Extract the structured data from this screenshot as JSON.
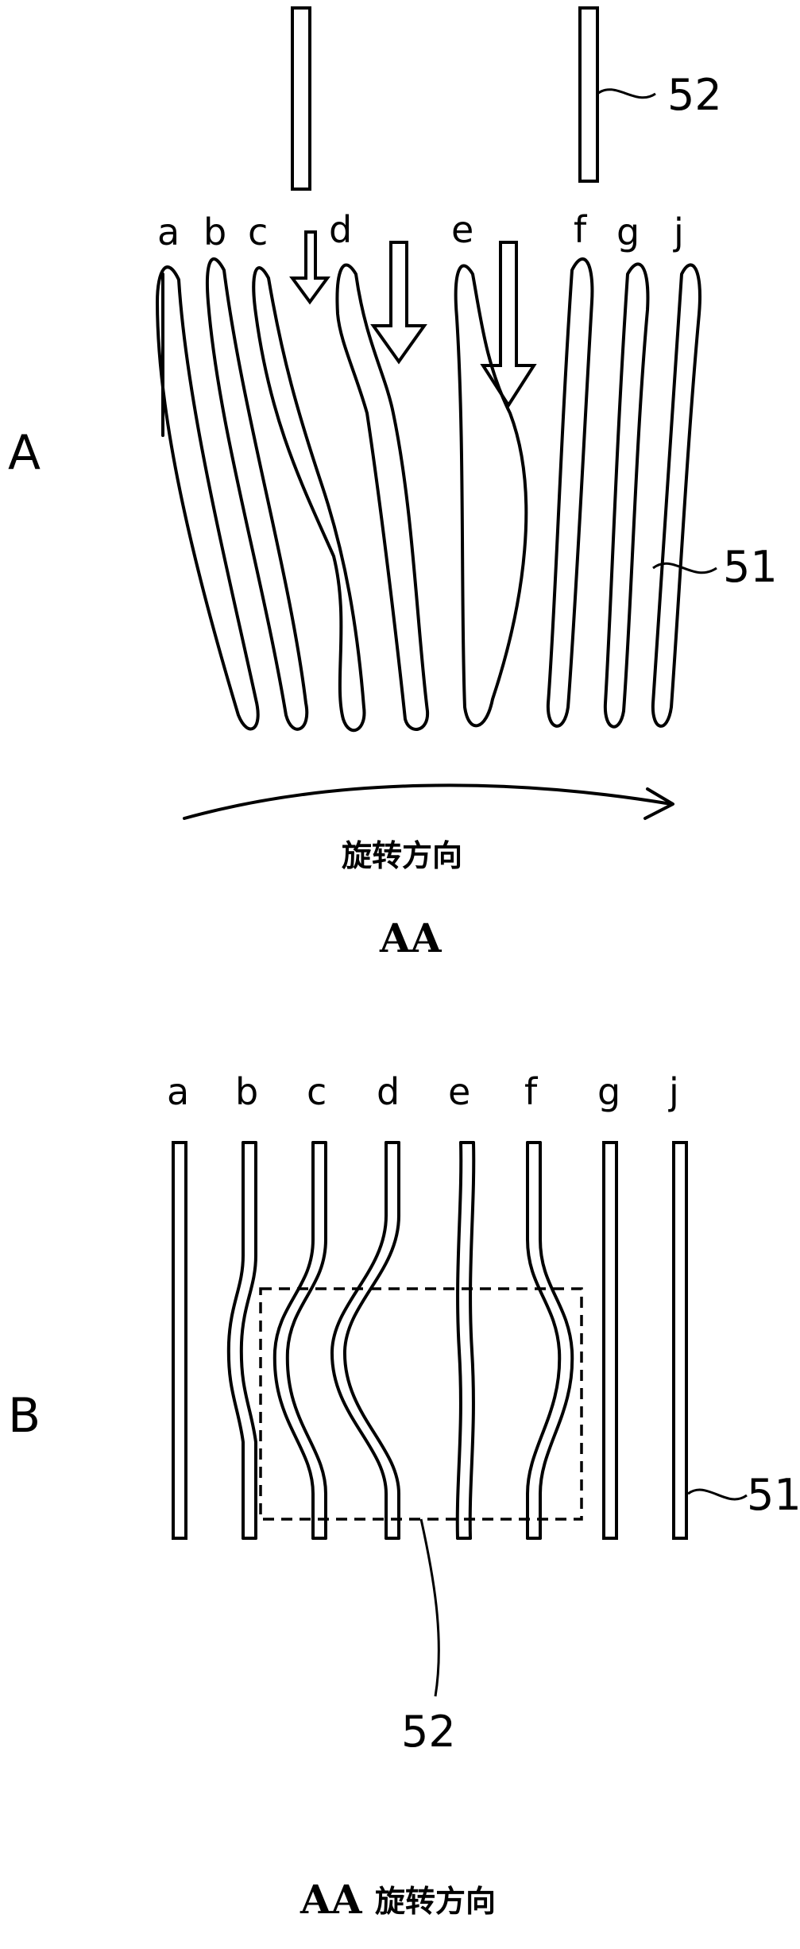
{
  "panels": {
    "A": {
      "label": "A",
      "fiber_labels": [
        "a",
        "b",
        "c",
        "d",
        "e",
        "f",
        "g",
        "j"
      ],
      "ref_top": "52",
      "ref_side": "51",
      "direction": "旋转方向",
      "caption": "AA"
    },
    "B": {
      "label": "B",
      "fiber_labels": [
        "a",
        "b",
        "c",
        "d",
        "e",
        "f",
        "g",
        "j"
      ],
      "ref_side": "51",
      "ref_bottom": "52",
      "caption_prefix": "AA",
      "caption_suffix": "旋转方向"
    }
  }
}
